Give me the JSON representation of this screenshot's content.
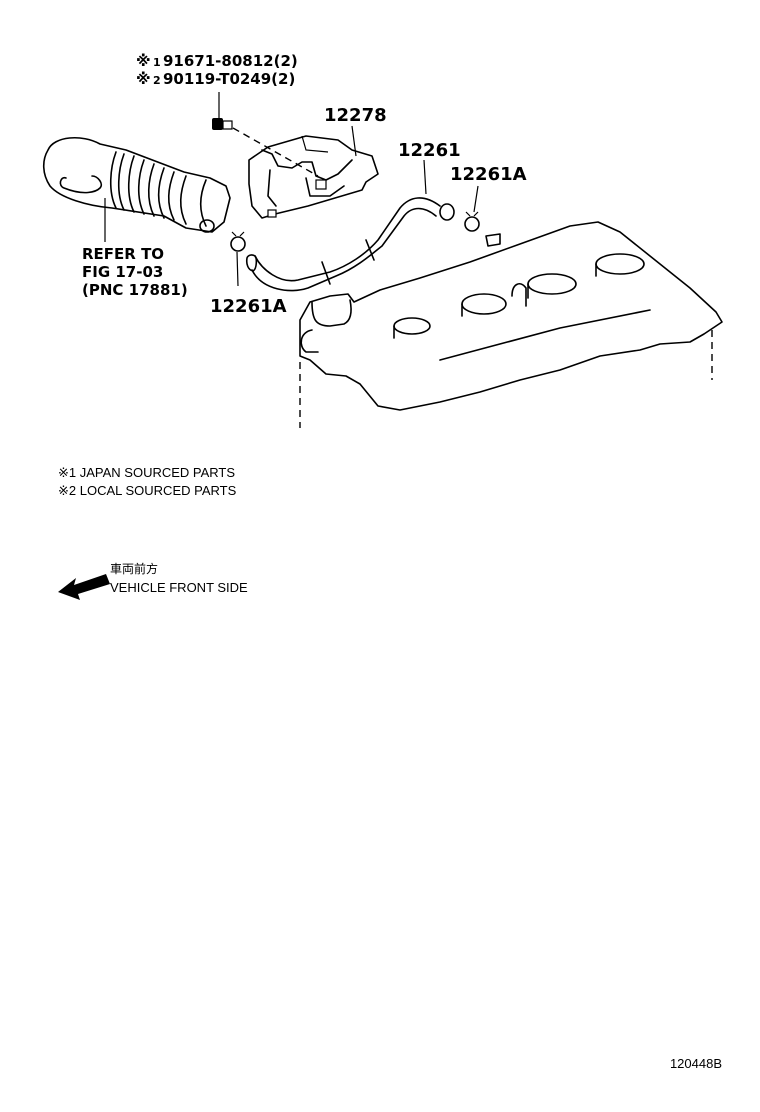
{
  "diagram": {
    "fastener_notes": [
      {
        "mark": "※",
        "index": "1",
        "part": "91671-80812(2)"
      },
      {
        "mark": "※",
        "index": "2",
        "part": "90119-T0249(2)"
      }
    ],
    "callouts": {
      "bracket": "12278",
      "hose": "12261",
      "clamp_right": "12261A",
      "clamp_left": "12261A"
    },
    "refer": {
      "line1": "REFER TO",
      "line2": "FIG 17-03",
      "line3": "(PNC 17881)"
    },
    "legend": {
      "note1": "※1 JAPAN SOURCED PARTS",
      "note2": "※2 LOCAL SOURCED PARTS"
    },
    "direction": {
      "label_jp": "車両前方",
      "label_en": "VEHICLE FRONT SIDE"
    },
    "figure_id": "120448B"
  }
}
